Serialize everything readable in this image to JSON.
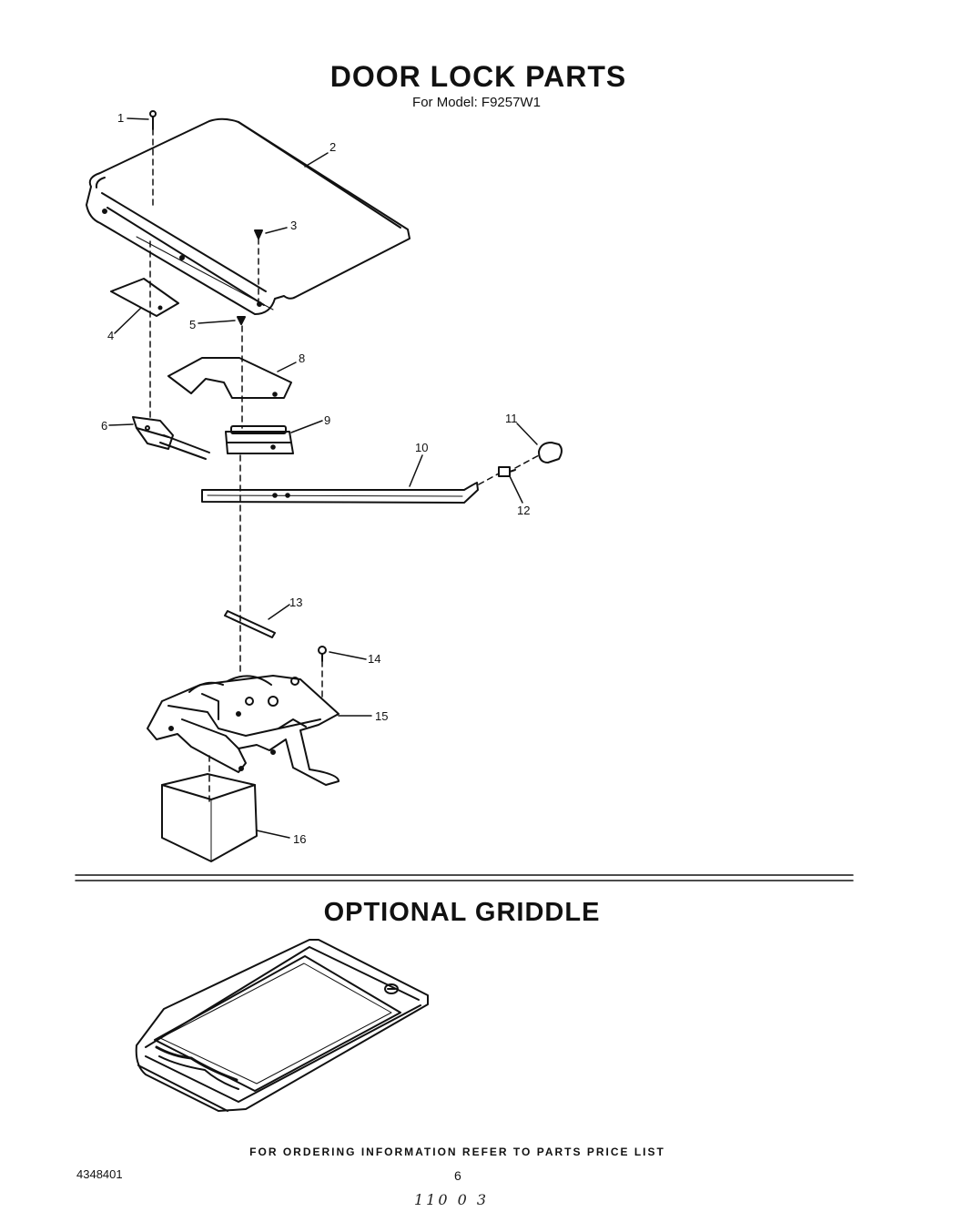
{
  "header": {
    "title": "DOOR LOCK PARTS",
    "subtitle": "For Model: F9257W1"
  },
  "door_lock": {
    "callouts": [
      {
        "id": "callout-1",
        "label": "1"
      },
      {
        "id": "callout-2",
        "label": "2"
      },
      {
        "id": "callout-3",
        "label": "3"
      },
      {
        "id": "callout-4",
        "label": "4"
      },
      {
        "id": "callout-5",
        "label": "5"
      },
      {
        "id": "callout-6",
        "label": "6"
      },
      {
        "id": "callout-8",
        "label": "8"
      },
      {
        "id": "callout-9",
        "label": "9"
      },
      {
        "id": "callout-10",
        "label": "10"
      },
      {
        "id": "callout-11",
        "label": "11"
      },
      {
        "id": "callout-12",
        "label": "12"
      },
      {
        "id": "callout-13",
        "label": "13"
      },
      {
        "id": "callout-14",
        "label": "14"
      },
      {
        "id": "callout-15",
        "label": "15"
      },
      {
        "id": "callout-16",
        "label": "16"
      }
    ]
  },
  "griddle": {
    "title": "OPTIONAL GRIDDLE"
  },
  "footer": {
    "ordering_note": "FOR ORDERING INFORMATION REFER TO PARTS PRICE LIST",
    "doc_number": "4348401",
    "page_number": "6",
    "handwritten_mark": "110 0 3"
  }
}
